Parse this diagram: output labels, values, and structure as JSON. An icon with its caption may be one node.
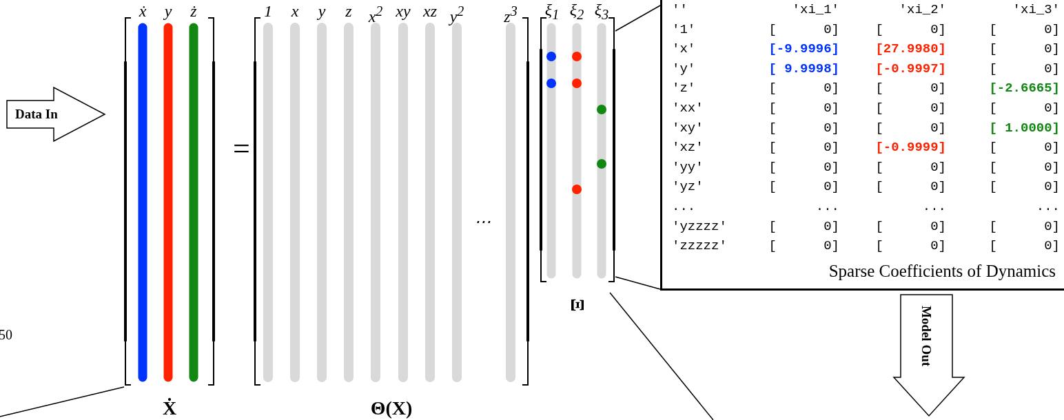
{
  "diagram": {
    "nodes": [
      {
        "text": [
          "Data In"
        ]
      },
      {
        "text": [
          "Ẋ"
        ],
        "beside": [
          "ẋ",
          "y",
          "ż"
        ]
      },
      {
        "text": [
          "⋯",
          "Θ(X)"
        ],
        "beside": [
          "1",
          "x",
          "y",
          "z",
          "x$^{2}$",
          "xy",
          "xz",
          "y$^{2}$",
          "z$^{3}$"
        ]
      },
      {
        "text": [
          "Ξ"
        ],
        "beside": [
          "ξ$_{1}$",
          "ξ$_{2}$",
          "ξ$_{3}$"
        ]
      },
      {
        "text": [
          "Sparse Coefficients of Dynamics"
        ]
      },
      {
        "text": [
          "Model Out"
        ]
      }
    ],
    "edges": [
      {
        "from": 3,
        "to": 4,
        "arrow": "none"
      },
      {
        "from": 3,
        "to": 4,
        "arrow": "none"
      },
      {
        "from": 1,
        "to": null,
        "arrow": "none"
      },
      {
        "from": 3,
        "to": null,
        "arrow": "none"
      }
    ],
    "labels": [
      "50",
      "=",
      "''",
      "'xi_1'",
      "'xi_2'",
      "'xi_3'",
      "'1'",
      "[      0]",
      "[      0]",
      "[      0]",
      "'x'",
      "[-9.9996]",
      "[27.9980]",
      "[      0]",
      "'y'",
      "[ 9.9998]",
      "[-0.9997]",
      "[      0]",
      "'z'",
      "[      0]",
      "[      0]",
      "[-2.6665]",
      "'xx'",
      "[      0]",
      "[      0]",
      "[      0]",
      "'xy'",
      "[      0]",
      "[      0]",
      "[ 1.0000]",
      "'xz'",
      "[      0]",
      "[-0.9999]",
      "[      0]",
      "'yy'",
      "[      0]",
      "[      0]",
      "[      0]",
      "'yz'",
      "[      0]",
      "[      0]",
      "[      0]",
      "...",
      "...",
      "...",
      "...",
      "'yzzzz'",
      "[      0]",
      "[      0]",
      "[      0]",
      "'zzzzz'",
      "[      0]",
      "[      0]",
      "[      0]"
    ]
  }
}
